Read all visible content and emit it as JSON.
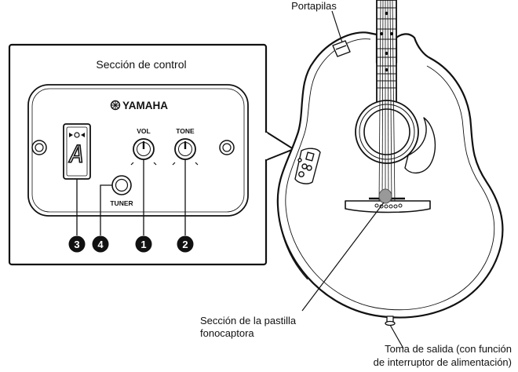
{
  "labels": {
    "battery_holder": "Portapilas",
    "control_section_title": "Sección de control",
    "pickup_section_line1": "Sección de la pastilla",
    "pickup_section_line2": "fonocaptora",
    "output_jack_line1": "Toma de salida (con función",
    "output_jack_line2": "de interruptor de alimentación)"
  },
  "panel": {
    "brand": "YAMAHA",
    "display_char": "A",
    "vol_label": "VOL",
    "tone_label": "TONE",
    "tuner_label": "TUNER"
  },
  "callouts": [
    {
      "number": "3",
      "target": "display"
    },
    {
      "number": "4",
      "target": "tuner-button"
    },
    {
      "number": "1",
      "target": "vol-knob"
    },
    {
      "number": "2",
      "target": "tone-knob"
    }
  ],
  "colors": {
    "line": "#111111",
    "fill_dark": "#111111",
    "panel_bg": "#ffffff"
  }
}
